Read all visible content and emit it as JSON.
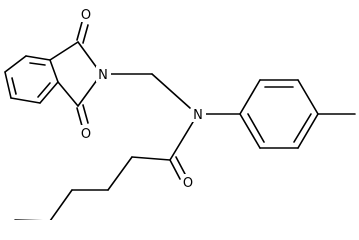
{
  "molecule": {
    "atoms": {
      "o_top": "O",
      "o_bottom": "O",
      "o_amide": "O",
      "n_imide": "N",
      "n_amide": "N"
    }
  },
  "colors": {
    "bond": "#000000",
    "background": "#ffffff"
  }
}
